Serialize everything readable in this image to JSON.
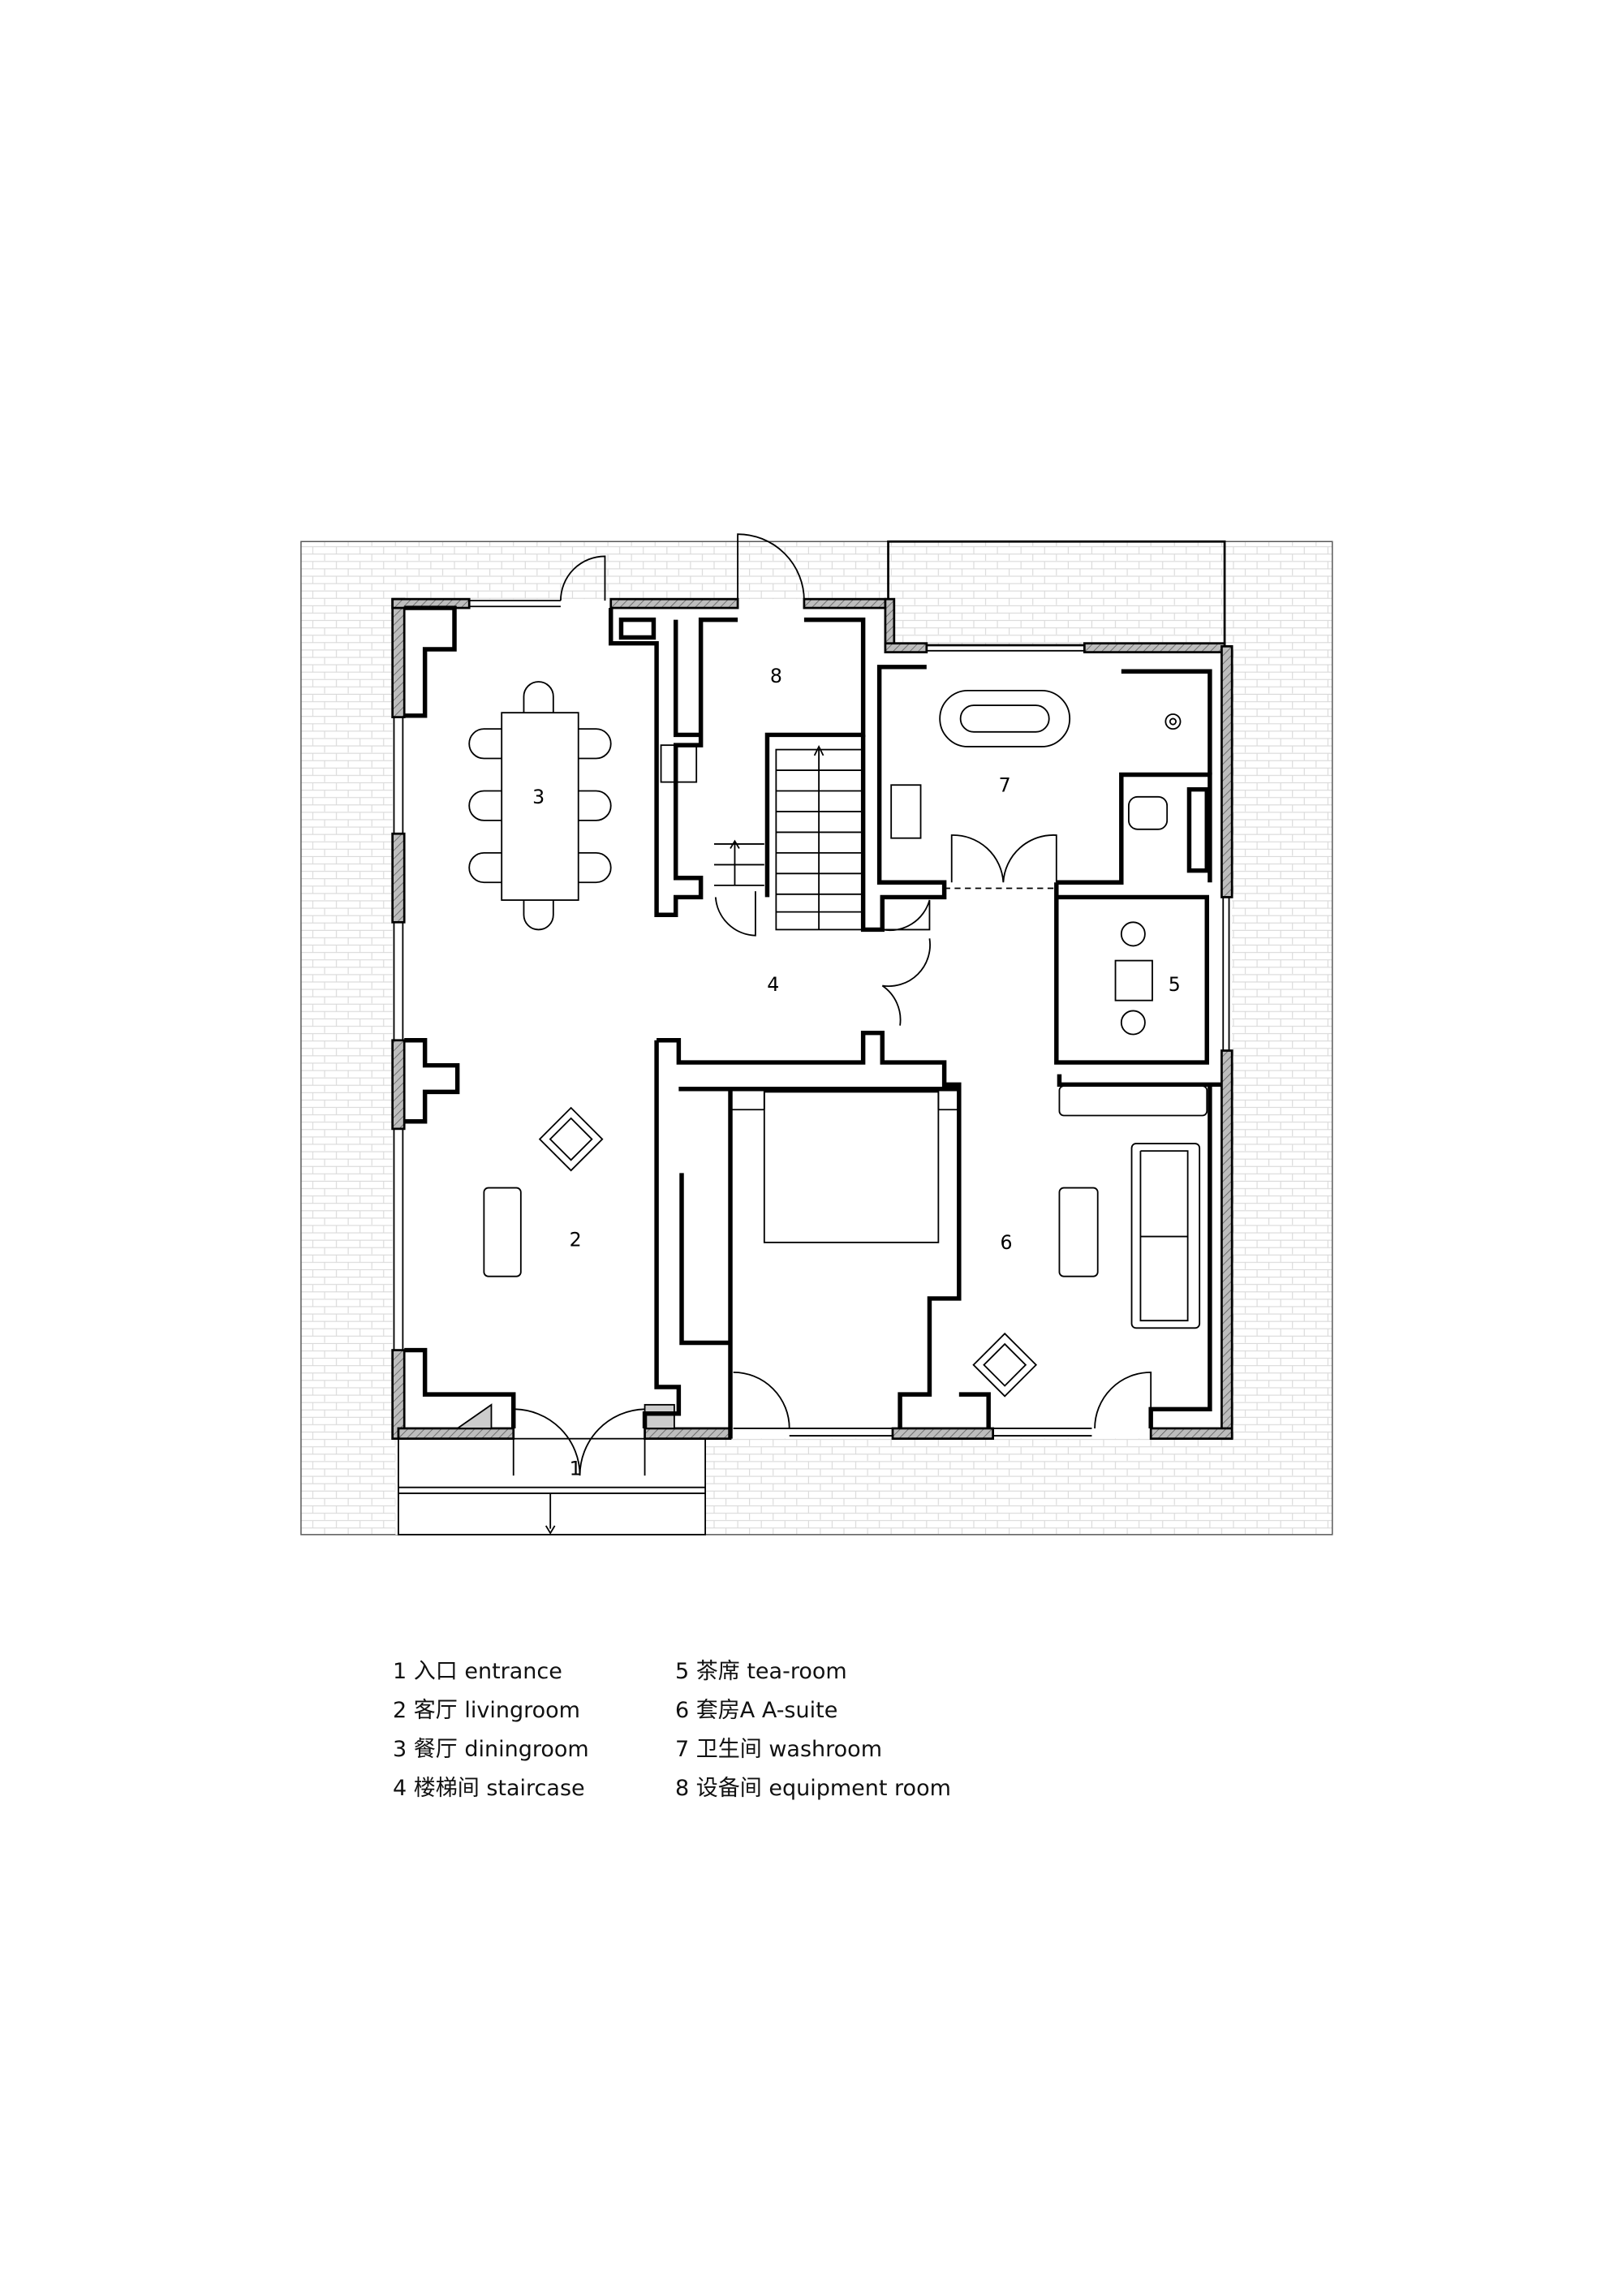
{
  "colors": {
    "wall": "#000000",
    "brick": "#d9d9d9",
    "hatch_fill": "#bdbdbd",
    "paper": "#ffffff"
  },
  "rooms": {
    "r1": "1",
    "r2": "2",
    "r3": "3",
    "r4": "4",
    "r5": "5",
    "r6": "6",
    "r7": "7",
    "r8": "8"
  },
  "legend": {
    "left": [
      "1 入口 entrance",
      "2 客厅 livingroom",
      "3 餐厅 diningroom",
      "4 楼梯间 staircase"
    ],
    "right": [
      "5 茶席 tea-room",
      "6 套房A A-suite",
      "7 卫生间 washroom",
      "8 设备间 equipment room"
    ]
  }
}
